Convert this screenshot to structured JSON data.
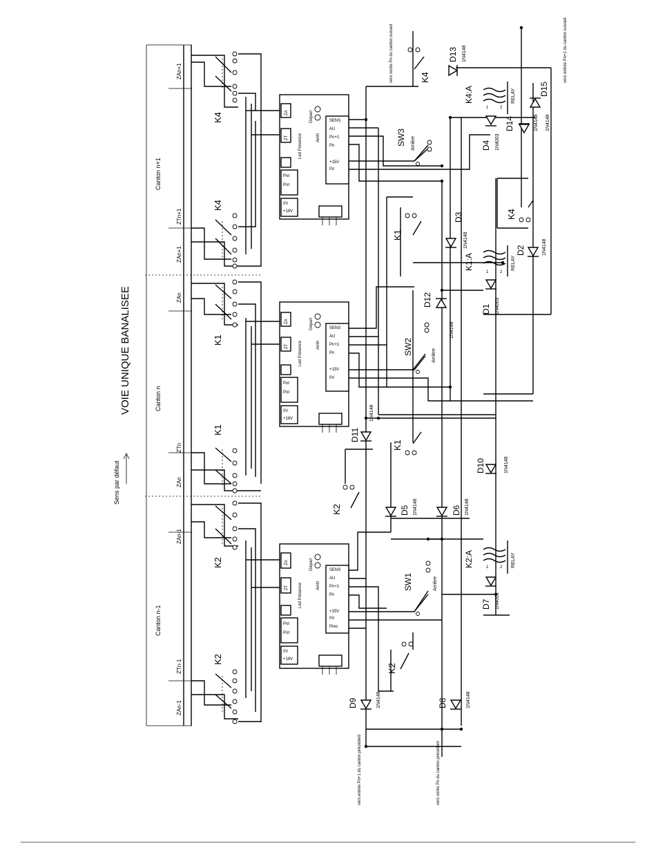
{
  "diagram": {
    "title": "VOIE UNIQUE BANALISEE",
    "direction_label": "Sens par défaut",
    "cantons": [
      "Canton n-1",
      "Canton n",
      "Canton n+1"
    ],
    "zone_labels": {
      "za_n1": "ZAn-1",
      "zt_n1": "ZTn-1",
      "za_n": "ZAn",
      "zt_n": "ZTn",
      "za_np1": "ZAn+1",
      "zt_np1": "ZTn+1"
    },
    "modules": [
      {
        "za": "ZA",
        "zt": "ZT",
        "led": "Led Présence",
        "pot1": "Pot",
        "pot2": "Pot",
        "v0": "0V",
        "v18": "+18V",
        "depart": "Départ",
        "arret": "Arrêt",
        "pins": [
          "SENS",
          "AU",
          "Pn+1",
          "Pn",
          "+15V",
          "0V",
          "Pres"
        ]
      },
      {
        "za": "ZA",
        "zt": "ZT",
        "led": "Led Présence",
        "pot1": "Pot",
        "pot2": "Pot",
        "v0": "0V",
        "v18": "+18V",
        "depart": "Départ",
        "arret": "Arrêt",
        "pins": [
          "SENS",
          "AU",
          "Pn+1",
          "Pn",
          "+15V",
          "0V"
        ]
      },
      {
        "za": "ZA",
        "zt": "ZT",
        "led": "Led Présence",
        "pot1": "Pot",
        "pot2": "Pot",
        "v0": "0V",
        "v18": "+18V",
        "depart": "Départ",
        "arret": "Arrêt",
        "pins": [
          "SENS",
          "AU",
          "Pn+1",
          "Pn",
          "+15V",
          "0V"
        ]
      }
    ],
    "relays": {
      "k1": "K1",
      "k2": "K2",
      "k4": "K4",
      "k1a": "K1:A",
      "k2a": "K2:A",
      "k4a": "K4:A",
      "relay": "RELAY"
    },
    "switches": [
      {
        "name": "SW1",
        "label": "Arrière"
      },
      {
        "name": "SW2",
        "label": "Arrière"
      },
      {
        "name": "SW3",
        "label": "Arrière"
      }
    ],
    "diodes": {
      "d1": "D1",
      "d2": "D2",
      "d3": "D3",
      "d4": "D4",
      "d5": "D5",
      "d6": "D6",
      "d7": "D7",
      "d8": "D8",
      "d9": "D9",
      "d10": "D10",
      "d11": "D11",
      "d12": "D12",
      "d13": "D13",
      "d14": "D14",
      "d15": "D15",
      "p4148": "1N4148",
      "p4003": "1N4003"
    },
    "pin_numbers": {
      "one": "1",
      "two": "2"
    },
    "connections": {
      "pn_prev": "vers sortie Pn du canton précédent",
      "pnp1_prev": "vers entrée Pn+1 du canton précédent",
      "pn_next": "vers sortie Pn du canton suivant",
      "pnp1_next": "vers entrée Pn+1 du canton suivant"
    }
  }
}
